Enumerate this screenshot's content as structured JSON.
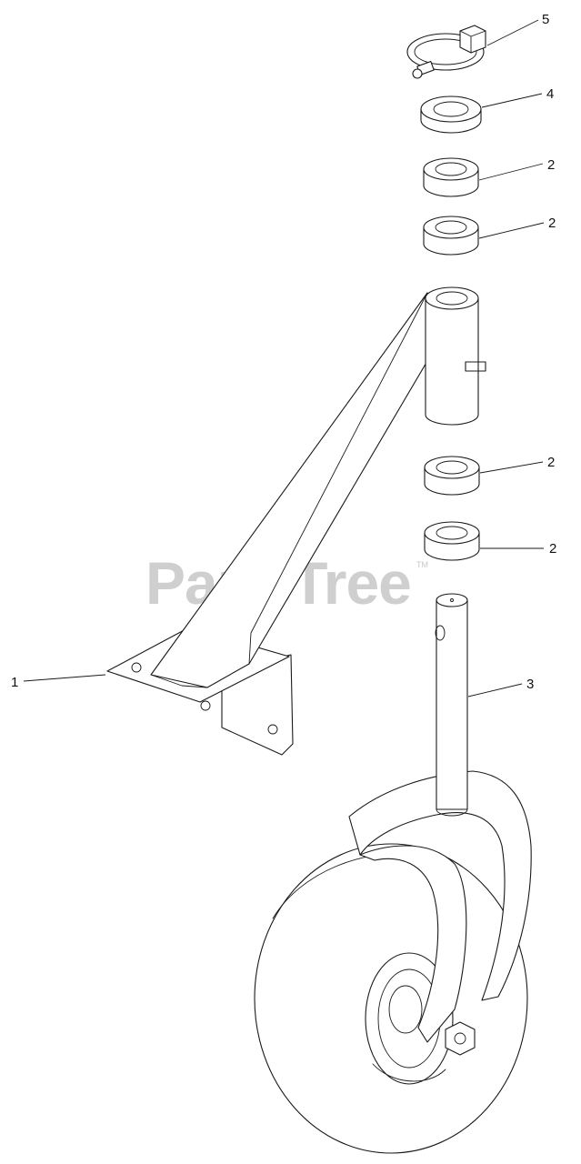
{
  "watermark": {
    "text": "PartsTree",
    "trademark": "TM"
  },
  "callouts": [
    {
      "id": "callout-1",
      "number": "1"
    },
    {
      "id": "callout-2a",
      "number": "2"
    },
    {
      "id": "callout-2b",
      "number": "2"
    },
    {
      "id": "callout-2c",
      "number": "2"
    },
    {
      "id": "callout-2d",
      "number": "2"
    },
    {
      "id": "callout-3",
      "number": "3"
    },
    {
      "id": "callout-4",
      "number": "4"
    },
    {
      "id": "callout-5",
      "number": "5"
    }
  ],
  "colors": {
    "line": "#1a1a1a",
    "watermark": "#cfcfcf",
    "background": "#ffffff"
  }
}
